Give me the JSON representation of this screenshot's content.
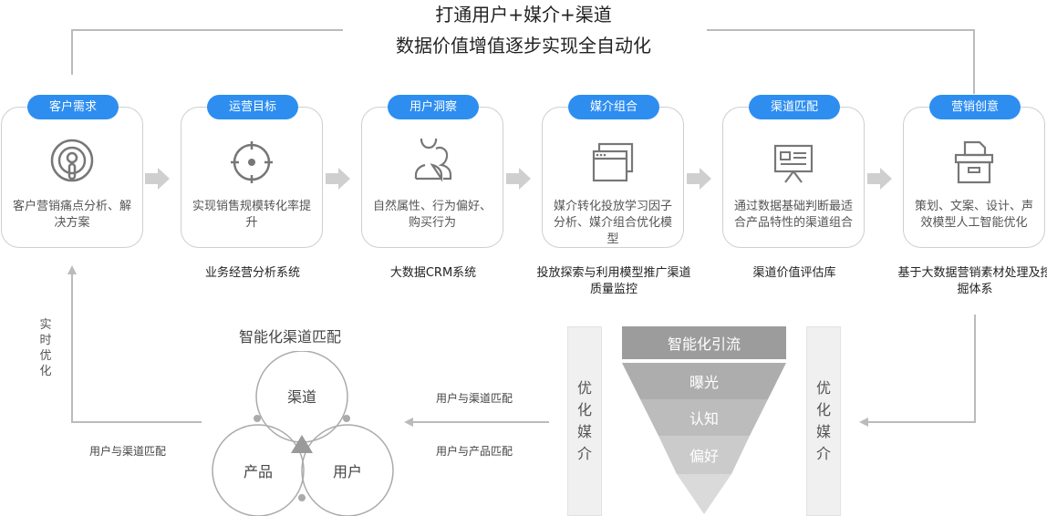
{
  "header": {
    "line1": "打通用户+媒介+渠道",
    "line2": "数据价值增值逐步实现全自动化"
  },
  "steps": [
    {
      "label": "客户需求",
      "icon": "podcast-icon",
      "text": "客户营销痛点分析、解决方案",
      "system": ""
    },
    {
      "label": "运营目标",
      "icon": "target-icon",
      "text": "实现销售规模转化率提升",
      "system": "业务经营分析系统"
    },
    {
      "label": "用户洞察",
      "icon": "users-icon",
      "text": "自然属性、行为偏好、购买行为",
      "system": "大数据CRM系统"
    },
    {
      "label": "媒介组合",
      "icon": "windows-icon",
      "text": "媒介转化投放学习因子分析、媒介组合优化模型",
      "system": "投放探索与利用模型推广渠道质量监控"
    },
    {
      "label": "渠道匹配",
      "icon": "presentation-board-icon",
      "text": "通过数据基础判断最适合产品特性的渠道组合",
      "system": "渠道价值评估库"
    },
    {
      "label": "营销创意",
      "icon": "archive-box-icon",
      "text": "策划、文案、设计、声效模型人工智能优化",
      "system": "基于大数据营销素材处理及挖掘体系"
    }
  ],
  "loop": {
    "left_vertical": "实时优化",
    "bottom_left_note": "用户与渠道匹配"
  },
  "venn": {
    "title": "智能化渠道匹配",
    "circles": [
      "渠道",
      "产品",
      "用户"
    ]
  },
  "arrow_notes": {
    "upper": "用户与渠道匹配",
    "lower": "用户与产品匹配"
  },
  "funnel": {
    "levels": [
      "智能化引流",
      "曝光",
      "认知",
      "偏好"
    ],
    "colors": [
      "#9c9c9c",
      "#adadad",
      "#bcbcbc",
      "#cbcbcb",
      "#dadada"
    ]
  },
  "side_boxes": {
    "left": "优化媒介",
    "right": "优化媒介"
  },
  "colors": {
    "accent": "#2e8ef0",
    "line": "#bbbbbb"
  }
}
